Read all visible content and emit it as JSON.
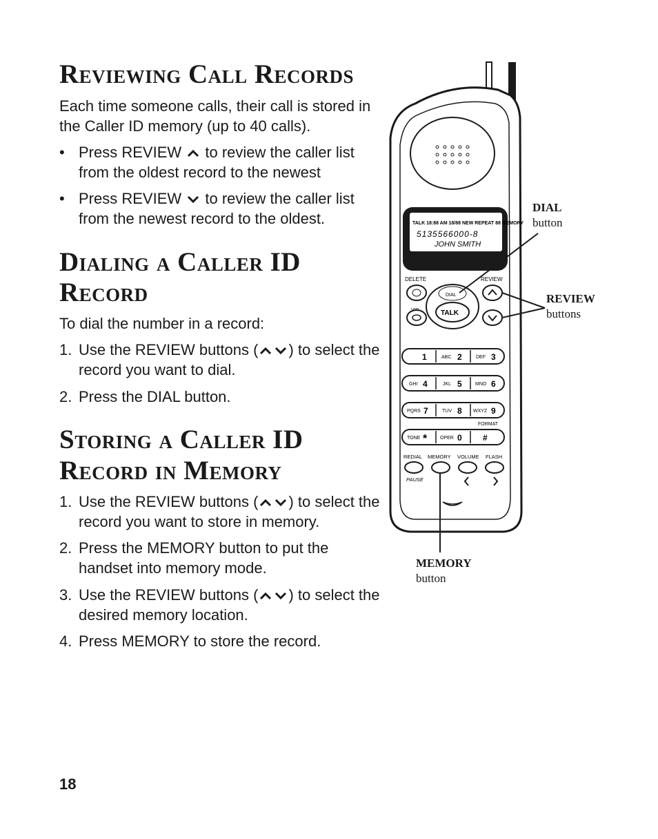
{
  "sections": {
    "reviewing": {
      "heading": "Reviewing Call Records",
      "intro": "Each time someone calls, their call is stored in the Caller ID memory (up to 40 calls).",
      "bullet_1_pre": "Press REVIEW",
      "bullet_1_post": "to review the caller list from the oldest record to the newest",
      "bullet_2_pre": "Press REVIEW",
      "bullet_2_post": "to review the caller list from the newest record to the oldest."
    },
    "dialing": {
      "heading_line1": "Dialing a Caller ID",
      "heading_line2": "Record",
      "intro": "To dial the number in a record:",
      "step_1_pre": "Use the REVIEW buttons (",
      "step_1_post": ") to select the record you want to dial.",
      "step_2": "Press the DIAL button."
    },
    "storing": {
      "heading_line1": "Storing a Caller ID",
      "heading_line2": "Record in Memory",
      "step_1_pre": "Use the REVIEW buttons  (",
      "step_1_post": ") to select the record you want to store in memory.",
      "step_2": "Press the MEMORY button to put the handset into memory mode.",
      "step_3_pre": "Use the REVIEW buttons (",
      "step_3_post": ") to select the desired memory location.",
      "step_4": "Press MEMORY to store the record."
    }
  },
  "markers": {
    "bullet": "•",
    "n1": "1.",
    "n2": "2.",
    "n3": "3.",
    "n4": "4."
  },
  "phone": {
    "display_number": "5135566000-8",
    "display_name": "JOHN SMITH",
    "lcd_top": "TALK 18:88 AM 18/88 NEW REPEAT 88 MEMORY",
    "btn_delete": "DELETE",
    "btn_review": "REVIEW",
    "btn_dial": "DIAL",
    "btn_vip": "VIP",
    "btn_talk": "TALK",
    "key_1": "1",
    "key_2_letters": "ABC",
    "key_2": "2",
    "key_3_letters": "DEF",
    "key_3": "3",
    "key_4_letters": "GHI",
    "key_4": "4",
    "key_5_letters": "JKL",
    "key_5": "5",
    "key_6_letters": "MNO",
    "key_6": "6",
    "key_7_letters": "PQRS",
    "key_7": "7",
    "key_8_letters": "TUV",
    "key_8": "8",
    "key_9_letters": "WXYZ",
    "key_9": "9",
    "format": "FORMAT",
    "key_tone": "TONE",
    "key_star": "*",
    "key_oper": "OPER",
    "key_0": "0",
    "key_hash": "#",
    "lbl_redial": "REDIAL",
    "lbl_memory": "MEMORY",
    "lbl_volume": "VOLUME",
    "lbl_flash": "FLASH",
    "lbl_pause": "PAUSE"
  },
  "callouts": {
    "dial": "DIAL",
    "dial_sub": "button",
    "review": "REVIEW",
    "review_sub": "buttons",
    "memory": "MEMORY",
    "memory_sub": "button"
  },
  "page_number": "18"
}
